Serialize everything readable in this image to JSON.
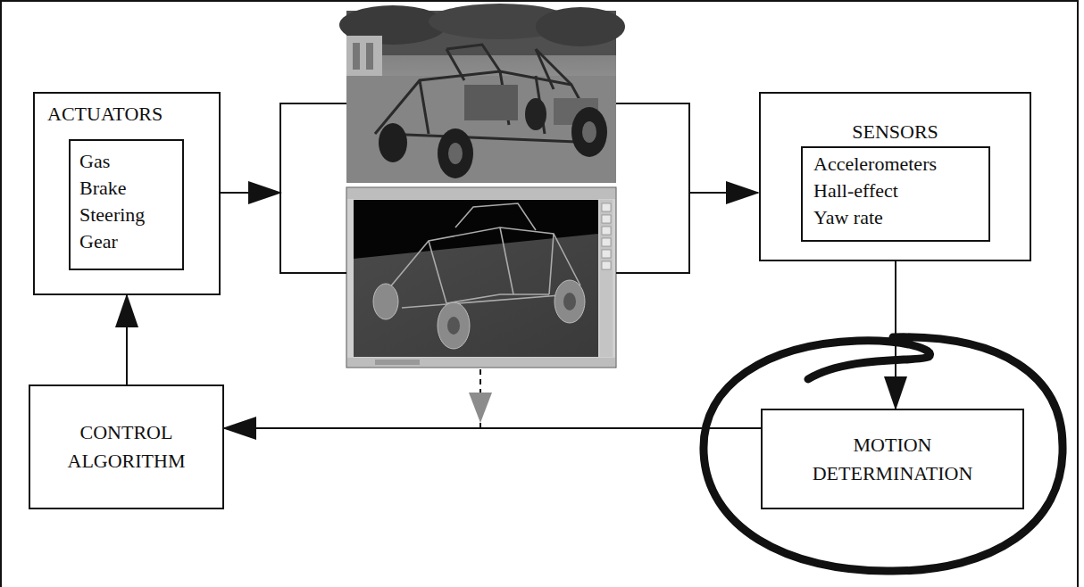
{
  "diagram": {
    "nodes": [
      {
        "text": [
          "ACTUATORS"
        ]
      },
      {
        "text": [
          "Gas",
          "Brake",
          "Steering",
          "Gear"
        ],
        "in": 0
      },
      {
        "text": [
          "SENSORS"
        ]
      },
      {
        "text": [
          "Accelerometers",
          "Hall-effect",
          "Yaw rate"
        ],
        "in": 2
      },
      {
        "text": [
          "MOTION DETERMINATION"
        ]
      },
      {
        "text": [
          "CONTROL ALGORITHM"
        ]
      }
    ],
    "edges": [
      {
        "from": 2,
        "to": 4,
        "arrow": "to"
      },
      {
        "from": 4,
        "to": 5,
        "arrow": "to"
      },
      {
        "from": 5,
        "to": 0,
        "arrow": "to"
      }
    ]
  }
}
